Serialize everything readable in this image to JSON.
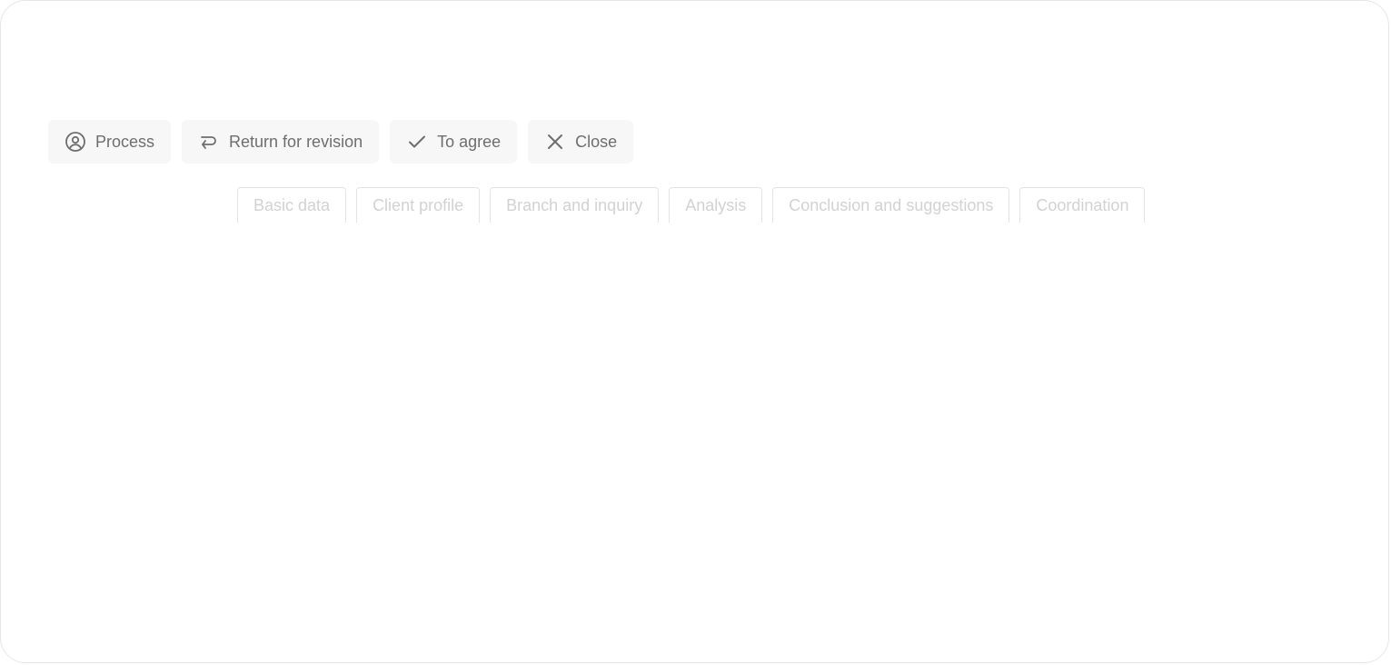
{
  "toolbar": {
    "buttons": [
      {
        "label": "Process",
        "icon": "user-circle-icon"
      },
      {
        "label": "Return for revision",
        "icon": "return-arrow-icon"
      },
      {
        "label": "To agree",
        "icon": "check-icon"
      },
      {
        "label": "Close",
        "icon": "close-icon"
      }
    ]
  },
  "tabs": [
    {
      "label": "Basic data"
    },
    {
      "label": "Client profile"
    },
    {
      "label": "Branch and inquiry"
    },
    {
      "label": "Analysis"
    },
    {
      "label": "Conclusion and suggestions"
    },
    {
      "label": "Coordination"
    }
  ],
  "colors": {
    "button_bg": "#f7f7f7",
    "button_text": "#6e6e6e",
    "tab_text": "#d2d2d2",
    "tab_border": "#e3e3e3",
    "frame_border": "#e6e6e6"
  }
}
